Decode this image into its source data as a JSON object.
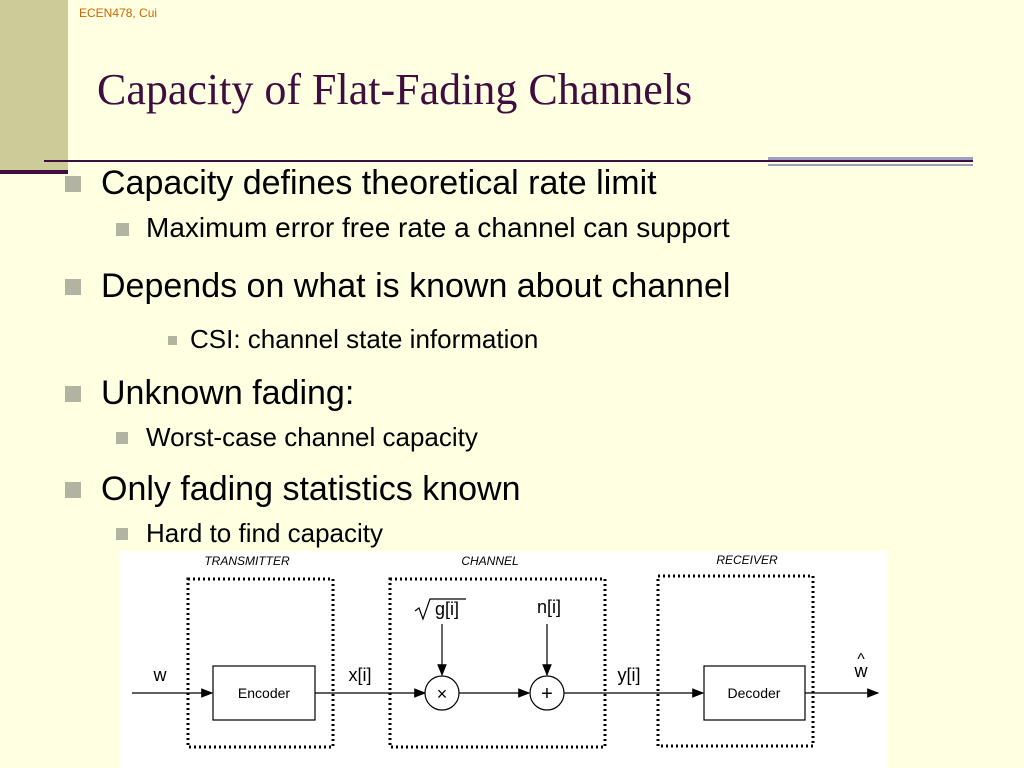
{
  "header": {
    "course_label": "ECEN478, Cui"
  },
  "title": "Capacity of Flat-Fading Channels",
  "bullets": [
    {
      "text": "Capacity defines theoretical rate limit"
    },
    {
      "text": "Maximum error free rate a channel can support"
    },
    {
      "text": "Depends on what is known about channel"
    },
    {
      "text": "CSI: channel state information"
    },
    {
      "text": "Unknown fading:"
    },
    {
      "text": "Worst-case channel capacity"
    },
    {
      "text": "Only fading statistics known"
    },
    {
      "text": "Hard to find capacity"
    }
  ],
  "diagram": {
    "transmitter_label": "TRANSMITTER",
    "channel_label": "CHANNEL",
    "receiver_label": "RECEIVER",
    "input_label": "w",
    "encoder_label": "Encoder",
    "x_label": "x[i]",
    "gain_label": "g[i]",
    "noise_label": "n[i]",
    "multiply_symbol": "×",
    "add_symbol": "+",
    "y_label": "y[i]",
    "decoder_label": "Decoder",
    "output_label": "w",
    "output_hat": "^"
  }
}
